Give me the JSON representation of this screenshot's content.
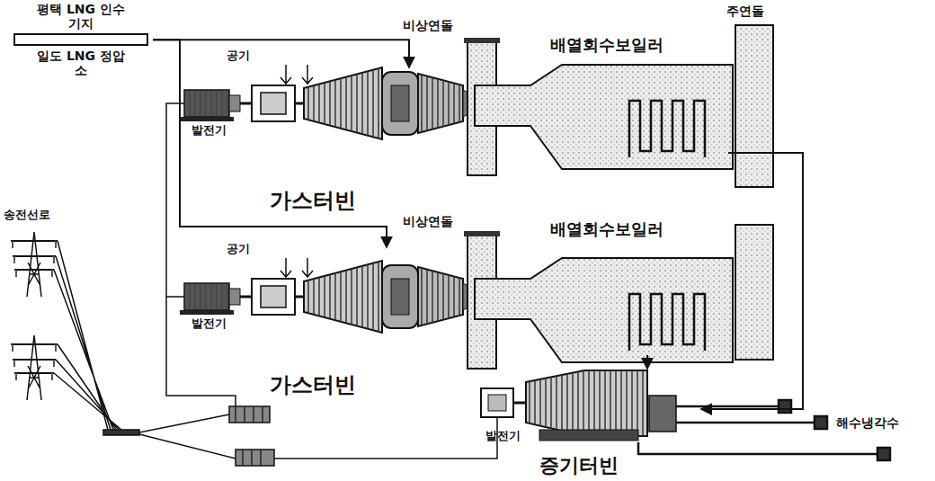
{
  "diagram": {
    "nodes": [
      {
        "text": [
          "평택 LNG 인수기지",
          "일도 LNG 정압소"
        ]
      },
      {
        "text": [
          "가스터빈"
        ]
      },
      {
        "text": [
          "배열회수보일러"
        ]
      },
      {
        "text": [
          "가스터빈"
        ]
      },
      {
        "text": [
          "배열회수보일러"
        ]
      },
      {
        "text": [
          "증기터빈"
        ]
      }
    ],
    "edges": [
      {
        "from": 0,
        "to": 1,
        "arrow": "to"
      },
      {
        "from": 0,
        "to": 3,
        "arrow": "to"
      },
      {
        "from": 2,
        "to": 5,
        "arrow": "to"
      },
      {
        "from": 4,
        "to": 5,
        "arrow": "to"
      }
    ],
    "labels": [
      "비상연돌",
      "주연돌",
      "공기",
      "발전기",
      "송전선로",
      "비상연돌",
      "공기",
      "발전기",
      "발전기",
      "해수냉각수"
    ]
  }
}
